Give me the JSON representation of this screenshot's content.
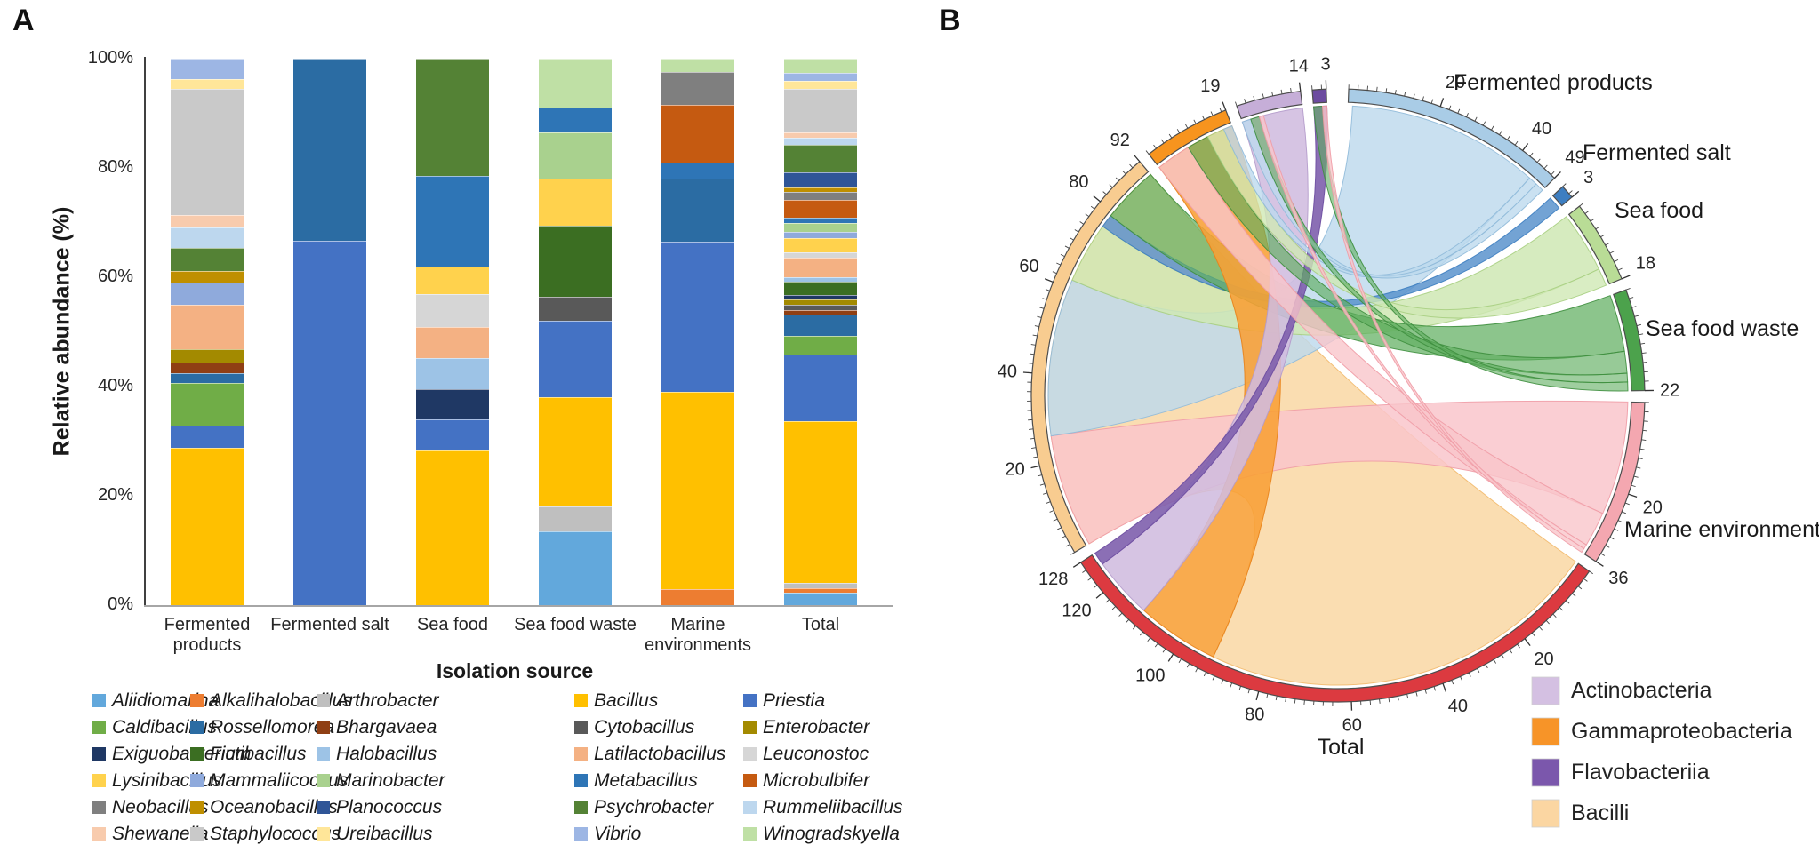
{
  "panelA": {
    "panel_label": "A",
    "y_axis_title": "Relative abundance (%)",
    "x_axis_title": "Isolation source",
    "y_ticks": [
      "0%",
      "20%",
      "40%",
      "60%",
      "80%",
      "100%"
    ]
  },
  "panelB": {
    "panel_label": "B",
    "legend": [
      {
        "label": "Actinobacteria",
        "color": "#D4C0E2"
      },
      {
        "label": "Gammaproteobacteria",
        "color": "#F79428"
      },
      {
        "label": "Flavobacteriia",
        "color": "#7B57AC"
      },
      {
        "label": "Bacilli",
        "color": "#FBD6A2"
      }
    ]
  },
  "chart_data": [
    {
      "type": "bar",
      "stacked": true,
      "ylabel": "Relative abundance (%)",
      "xlabel": "Isolation source",
      "ylim": [
        0,
        100
      ],
      "y_tick_values": [
        0,
        20,
        40,
        60,
        80,
        100
      ],
      "categories": [
        "Fermented products",
        "Fermented salt",
        "Sea food",
        "Sea food waste",
        "Marine environments",
        "Total"
      ],
      "genera": [
        {
          "name": "Aliidiomarina",
          "color": "#62A8DC"
        },
        {
          "name": "Alkalihalobacillus",
          "color": "#ED7D31"
        },
        {
          "name": "Arthrobacter",
          "color": "#BFBFBF"
        },
        {
          "name": "Bacillus",
          "color": "#FFC000"
        },
        {
          "name": "Priestia",
          "color": "#4472C4"
        },
        {
          "name": "Caldibacillus",
          "color": "#70AD47"
        },
        {
          "name": "Rossellomorea",
          "color": "#2B6CA3"
        },
        {
          "name": "Bhargavaea",
          "color": "#8F3F14"
        },
        {
          "name": "Cytobacillus",
          "color": "#595959"
        },
        {
          "name": "Enterobacter",
          "color": "#A38A00"
        },
        {
          "name": "Exiguobacterium",
          "color": "#1F3864"
        },
        {
          "name": "Fictibacillus",
          "color": "#3B6E22"
        },
        {
          "name": "Halobacillus",
          "color": "#9DC3E6"
        },
        {
          "name": "Latilactobacillus",
          "color": "#F4B183"
        },
        {
          "name": "Leuconostoc",
          "color": "#D6D6D6"
        },
        {
          "name": "Lysinibacillus",
          "color": "#FFD24D"
        },
        {
          "name": "Mammaliicoccus",
          "color": "#8FAADC"
        },
        {
          "name": "Marinobacter",
          "color": "#A9D18E"
        },
        {
          "name": "Metabacillus",
          "color": "#2E75B6"
        },
        {
          "name": "Microbulbifer",
          "color": "#C55A11"
        },
        {
          "name": "Neobacillus",
          "color": "#7F7F7F"
        },
        {
          "name": "Oceanobacillus",
          "color": "#BF8F00"
        },
        {
          "name": "Planococcus",
          "color": "#2F5597"
        },
        {
          "name": "Psychrobacter",
          "color": "#548235"
        },
        {
          "name": "Rummeliibacillus",
          "color": "#BDD7EE"
        },
        {
          "name": "Shewanella",
          "color": "#F8CBAD"
        },
        {
          "name": "Staphylococcus",
          "color": "#C9C9C9"
        },
        {
          "name": "Ureibacillus",
          "color": "#FFE699"
        },
        {
          "name": "Vibrio",
          "color": "#9DB6E4"
        },
        {
          "name": "Winogradskyella",
          "color": "#BFE0A5"
        }
      ],
      "bars": [
        {
          "category": "Fermented products",
          "label_lines": [
            "Fermented",
            "products"
          ],
          "segments": [
            {
              "genus": "Bacillus",
              "pct": 28.8
            },
            {
              "genus": "Priestia",
              "pct": 4.0
            },
            {
              "genus": "Caldibacillus",
              "pct": 7.9
            },
            {
              "genus": "Rossellomorea",
              "pct": 1.8
            },
            {
              "genus": "Bhargavaea",
              "pct": 1.9
            },
            {
              "genus": "Enterobacter",
              "pct": 2.4
            },
            {
              "genus": "Latilactobacillus",
              "pct": 8.1
            },
            {
              "genus": "Mammaliicoccus",
              "pct": 4.2
            },
            {
              "genus": "Oceanobacillus",
              "pct": 2.1
            },
            {
              "genus": "Psychrobacter",
              "pct": 4.2
            },
            {
              "genus": "Rummeliibacillus",
              "pct": 3.8
            },
            {
              "genus": "Shewanella",
              "pct": 2.2
            },
            {
              "genus": "Staphylococcus",
              "pct": 23.1
            },
            {
              "genus": "Ureibacillus",
              "pct": 1.7
            },
            {
              "genus": "Vibrio",
              "pct": 3.8
            }
          ]
        },
        {
          "category": "Fermented salt",
          "label_lines": [
            "Fermented salt"
          ],
          "segments": [
            {
              "genus": "Priestia",
              "pct": 66.7
            },
            {
              "genus": "Rossellomorea",
              "pct": 33.3
            }
          ]
        },
        {
          "category": "Sea food",
          "label_lines": [
            "Sea food"
          ],
          "segments": [
            {
              "genus": "Bacillus",
              "pct": 28.3
            },
            {
              "genus": "Priestia",
              "pct": 5.7
            },
            {
              "genus": "Exiguobacterium",
              "pct": 5.5
            },
            {
              "genus": "Halobacillus",
              "pct": 5.7
            },
            {
              "genus": "Latilactobacillus",
              "pct": 5.7
            },
            {
              "genus": "Leuconostoc",
              "pct": 6.0
            },
            {
              "genus": "Lysinibacillus",
              "pct": 5.0
            },
            {
              "genus": "Metabacillus",
              "pct": 16.6
            },
            {
              "genus": "Psychrobacter",
              "pct": 21.5
            }
          ]
        },
        {
          "category": "Sea food waste",
          "label_lines": [
            "Sea food waste"
          ],
          "segments": [
            {
              "genus": "Aliidiomarina",
              "pct": 13.5
            },
            {
              "genus": "Arthrobacter",
              "pct": 4.5
            },
            {
              "genus": "Bacillus",
              "pct": 20.0
            },
            {
              "genus": "Priestia",
              "pct": 14.0
            },
            {
              "genus": "Cytobacillus",
              "pct": 4.5
            },
            {
              "genus": "Fictibacillus",
              "pct": 13.0
            },
            {
              "genus": "Lysinibacillus",
              "pct": 8.5
            },
            {
              "genus": "Marinobacter",
              "pct": 8.5
            },
            {
              "genus": "Metabacillus",
              "pct": 4.5
            },
            {
              "genus": "Winogradskyella",
              "pct": 9.0
            }
          ]
        },
        {
          "category": "Marine environments",
          "label_lines": [
            "Marine",
            "environments"
          ],
          "segments": [
            {
              "genus": "Alkalihalobacillus",
              "pct": 3.0
            },
            {
              "genus": "Bacillus",
              "pct": 36.0
            },
            {
              "genus": "Priestia",
              "pct": 27.5
            },
            {
              "genus": "Rossellomorea",
              "pct": 11.5
            },
            {
              "genus": "Metabacillus",
              "pct": 3.0
            },
            {
              "genus": "Microbulbifer",
              "pct": 10.5
            },
            {
              "genus": "Neobacillus",
              "pct": 6.0
            },
            {
              "genus": "Winogradskyella",
              "pct": 2.5
            }
          ]
        },
        {
          "category": "Total",
          "label_lines": [
            "Total"
          ],
          "segments": [
            {
              "genus": "Aliidiomarina",
              "pct": 2.3
            },
            {
              "genus": "Alkalihalobacillus",
              "pct": 0.8
            },
            {
              "genus": "Arthrobacter",
              "pct": 1.0
            },
            {
              "genus": "Bacillus",
              "pct": 29.5
            },
            {
              "genus": "Priestia",
              "pct": 12.2
            },
            {
              "genus": "Caldibacillus",
              "pct": 3.4
            },
            {
              "genus": "Rossellomorea",
              "pct": 4.0
            },
            {
              "genus": "Bhargavaea",
              "pct": 0.8
            },
            {
              "genus": "Cytobacillus",
              "pct": 0.9
            },
            {
              "genus": "Enterobacter",
              "pct": 1.1
            },
            {
              "genus": "Exiguobacterium",
              "pct": 0.8
            },
            {
              "genus": "Fictibacillus",
              "pct": 2.4
            },
            {
              "genus": "Halobacillus",
              "pct": 0.8
            },
            {
              "genus": "Latilactobacillus",
              "pct": 3.6
            },
            {
              "genus": "Leuconostoc",
              "pct": 1.0
            },
            {
              "genus": "Lysinibacillus",
              "pct": 2.6
            },
            {
              "genus": "Mammaliicoccus",
              "pct": 1.2
            },
            {
              "genus": "Marinobacter",
              "pct": 1.6
            },
            {
              "genus": "Metabacillus",
              "pct": 1.0
            },
            {
              "genus": "Microbulbifer",
              "pct": 3.1
            },
            {
              "genus": "Neobacillus",
              "pct": 1.6
            },
            {
              "genus": "Oceanobacillus",
              "pct": 0.8
            },
            {
              "genus": "Planococcus",
              "pct": 2.8
            },
            {
              "genus": "Psychrobacter",
              "pct": 5.0
            },
            {
              "genus": "Rummeliibacillus",
              "pct": 1.2
            },
            {
              "genus": "Shewanella",
              "pct": 1.0
            },
            {
              "genus": "Staphylococcus",
              "pct": 8.0
            },
            {
              "genus": "Ureibacillus",
              "pct": 1.5
            },
            {
              "genus": "Vibrio",
              "pct": 1.5
            },
            {
              "genus": "Winogradskyella",
              "pct": 2.5
            }
          ]
        }
      ]
    },
    {
      "type": "chord",
      "sectors": [
        {
          "id": "fp",
          "name": "Fermented products",
          "total": 49,
          "color": "#A9CCE6",
          "tick_labels": [
            20,
            40,
            49
          ],
          "show_name": true
        },
        {
          "id": "fs",
          "name": "Fermented salt",
          "total": 3,
          "color": "#3D7EC1",
          "tick_labels": [
            3
          ],
          "show_name": true
        },
        {
          "id": "sf",
          "name": "Sea food",
          "total": 18,
          "color": "#B9DC96",
          "tick_labels": [
            18
          ],
          "show_name": true
        },
        {
          "id": "sfw",
          "name": "Sea food waste",
          "total": 22,
          "color": "#4CA24C",
          "tick_labels": [
            22
          ],
          "show_name": true
        },
        {
          "id": "me",
          "name": "Marine environments",
          "total": 36,
          "color": "#F4A7B0",
          "tick_labels": [
            20,
            36
          ],
          "show_name": true
        },
        {
          "id": "total",
          "name": "Total",
          "total": 128,
          "color": "#DC3A40",
          "tick_labels": [
            20,
            40,
            60,
            80,
            100,
            120,
            128
          ],
          "show_name": true
        },
        {
          "id": "bacilli",
          "name": "Bacilli",
          "total": 92,
          "color": "#F8CC90",
          "tick_labels": [
            20,
            40,
            60,
            80,
            92
          ],
          "show_name": false
        },
        {
          "id": "gamma",
          "name": "Gammaproteobacteria",
          "total": 19,
          "color": "#F7941E",
          "tick_labels": [
            19
          ],
          "show_name": false
        },
        {
          "id": "actino",
          "name": "Actinobacteria",
          "total": 14,
          "color": "#C6AED8",
          "tick_labels": [
            14
          ],
          "show_name": false
        },
        {
          "id": "flavo",
          "name": "Flavobacteriia",
          "total": 3,
          "color": "#6C4BA0",
          "tick_labels": [
            3
          ],
          "show_name": false
        }
      ],
      "ribbons": [
        {
          "from": [
            "bacilli",
            0,
            92
          ],
          "to": [
            "total",
            0,
            92
          ],
          "color": "#FAD9A9",
          "edge": "#F2B96B",
          "opacity": 0.9
        },
        {
          "from": [
            "me",
            0,
            26
          ],
          "to": [
            "bacilli",
            0,
            26
          ],
          "color": "#F9C6CB",
          "edge": "#F09CA6",
          "opacity": 0.85
        },
        {
          "from": [
            "fp",
            1,
            45
          ],
          "to": [
            "bacilli",
            26,
            62
          ],
          "color": "#BDD9ED",
          "edge": "#90BAD9",
          "opacity": 0.82
        },
        {
          "from": [
            "sf",
            0,
            14
          ],
          "to": [
            "bacilli",
            62,
            76
          ],
          "color": "#CFE8B4",
          "edge": "#A8CF82",
          "opacity": 0.85
        },
        {
          "from": [
            "fs",
            0,
            3
          ],
          "to": [
            "bacilli",
            76,
            79
          ],
          "color": "#5B93CC",
          "edge": "#3D7EC1",
          "opacity": 0.85
        },
        {
          "from": [
            "sfw",
            0,
            13
          ],
          "to": [
            "bacilli",
            79,
            92
          ],
          "color": "#5FAE5F",
          "edge": "#3F8F3F",
          "opacity": 0.72
        },
        {
          "from": [
            "gamma",
            0,
            19
          ],
          "to": [
            "total",
            92,
            111
          ],
          "color": "#F89F35",
          "edge": "#E8821A",
          "opacity": 0.88
        },
        {
          "from": [
            "actino",
            0,
            14
          ],
          "to": [
            "total",
            111,
            125
          ],
          "color": "#D0BCDF",
          "edge": "#B49BCB",
          "opacity": 0.88
        },
        {
          "from": [
            "flavo",
            0,
            3
          ],
          "to": [
            "total",
            125,
            128
          ],
          "color": "#7E5FAD",
          "edge": "#6C4BA0",
          "opacity": 0.9
        },
        {
          "from": [
            "me",
            26,
            34
          ],
          "to": [
            "gamma",
            0,
            8
          ],
          "color": "#F9C6CB",
          "edge": "#F09CA6",
          "opacity": 0.8
        },
        {
          "from": [
            "sfw",
            13,
            18
          ],
          "to": [
            "gamma",
            8,
            13
          ],
          "color": "#5FAE5F",
          "edge": "#3F8F3F",
          "opacity": 0.65
        },
        {
          "from": [
            "sf",
            14,
            18
          ],
          "to": [
            "gamma",
            13,
            17
          ],
          "color": "#CFE8B4",
          "edge": "#A8CF82",
          "opacity": 0.8
        },
        {
          "from": [
            "fp",
            45,
            47
          ],
          "to": [
            "gamma",
            17,
            19
          ],
          "color": "#BDD9ED",
          "edge": "#90BAD9",
          "opacity": 0.8
        },
        {
          "from": [
            "fp",
            47,
            49
          ],
          "to": [
            "actino",
            0,
            2
          ],
          "color": "#BDD9ED",
          "edge": "#90BAD9",
          "opacity": 0.8
        },
        {
          "from": [
            "sfw",
            18,
            20
          ],
          "to": [
            "actino",
            2,
            4
          ],
          "color": "#5FAE5F",
          "edge": "#3F8F3F",
          "opacity": 0.6
        },
        {
          "from": [
            "me",
            34,
            35
          ],
          "to": [
            "actino",
            4,
            5
          ],
          "color": "#F9C6CB",
          "edge": "#F09CA6",
          "opacity": 0.8
        },
        {
          "from": [
            "sfw",
            20,
            22
          ],
          "to": [
            "flavo",
            0,
            2
          ],
          "color": "#5FAE5F",
          "edge": "#3F8F3F",
          "opacity": 0.6
        },
        {
          "from": [
            "me",
            35,
            36
          ],
          "to": [
            "flavo",
            2,
            3
          ],
          "color": "#F9C6CB",
          "edge": "#F09CA6",
          "opacity": 0.8
        }
      ],
      "legend_position": "bottom-right"
    }
  ]
}
